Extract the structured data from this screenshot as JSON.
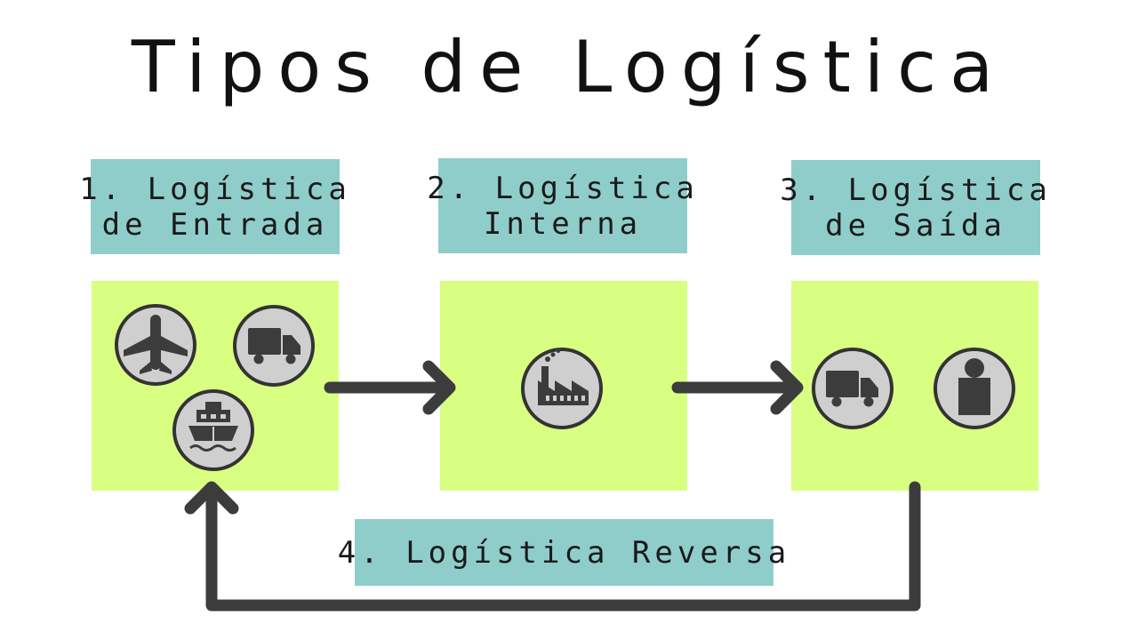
{
  "title": "Tipos de Logística",
  "colors": {
    "label_bg": "#8fcdca",
    "panel_bg": "#d8ff82",
    "arrow": "#3c3c3c",
    "icon_circle": "#cfcfcf"
  },
  "stages": [
    {
      "number": "1.",
      "line1": "1. Logística",
      "line2": "de Entrada",
      "icons": [
        "airplane-icon",
        "truck-icon",
        "ship-icon"
      ]
    },
    {
      "number": "2.",
      "line1": "2. Logística",
      "line2": "Interna",
      "icons": [
        "factory-icon"
      ]
    },
    {
      "number": "3.",
      "line1": "3. Logística",
      "line2": "de Saída",
      "icons": [
        "truck-icon",
        "customer-icon"
      ]
    }
  ],
  "reverse": {
    "label": "4. Logística Reversa"
  }
}
